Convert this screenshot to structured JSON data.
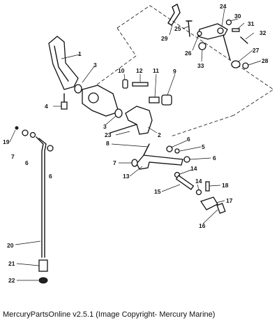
{
  "footer": {
    "caption": "MercuryPartsOnline v2.5.1 (Image Copyright- Mercury Marine)"
  },
  "callouts": {
    "c1": "1",
    "c2": "2",
    "c3a": "3",
    "c3b": "3",
    "c4": "4",
    "c5": "5",
    "c6a": "6",
    "c6b": "6",
    "c6c": "6",
    "c6d": "6",
    "c7a": "7",
    "c7b": "7",
    "c8": "8",
    "c9": "9",
    "c10": "10",
    "c11": "11",
    "c12": "12",
    "c13": "13",
    "c14a": "14",
    "c14b": "14",
    "c15": "15",
    "c16": "16",
    "c17": "17",
    "c18": "18",
    "c19": "19",
    "c20": "20",
    "c21": "21",
    "c22": "22",
    "c23": "23",
    "c24": "24",
    "c25": "25",
    "c26": "26",
    "c27": "27",
    "c28": "28",
    "c29": "29",
    "c30": "30",
    "c31": "31",
    "c32": "32",
    "c33": "33"
  }
}
